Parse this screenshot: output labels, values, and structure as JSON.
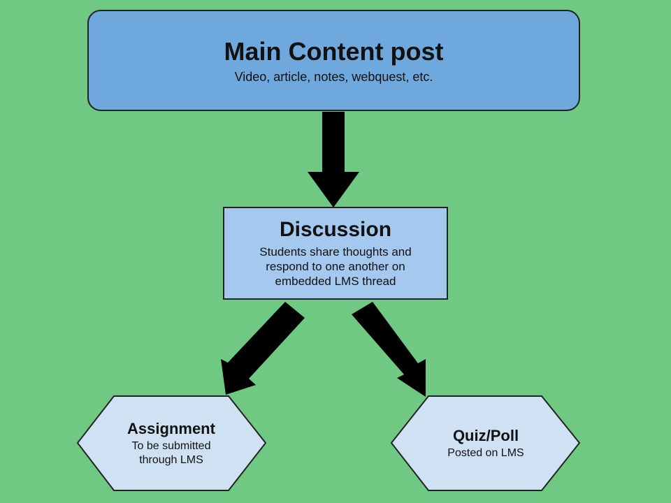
{
  "nodes": {
    "main_content": {
      "title": "Main Content post",
      "subtitle": "Video, article, notes, webquest, etc."
    },
    "discussion": {
      "title": "Discussion",
      "subtitle": "Students share thoughts and\nrespond to one another on\nembedded LMS thread"
    },
    "assignment": {
      "title": "Assignment",
      "subtitle": "To be submitted\nthrough LMS"
    },
    "quiz_poll": {
      "title": "Quiz/Poll",
      "subtitle": "Posted on LMS"
    }
  },
  "edges": [
    {
      "from": "main_content",
      "to": "discussion"
    },
    {
      "from": "discussion",
      "to": "assignment"
    },
    {
      "from": "discussion",
      "to": "quiz_poll"
    }
  ],
  "colors": {
    "background": "#6fc983",
    "main_fill": "#6fa8dc",
    "discussion_fill": "#a4c8ee",
    "hexagon_fill": "#cfe2f3",
    "stroke": "#222222",
    "arrow": "#000000"
  }
}
